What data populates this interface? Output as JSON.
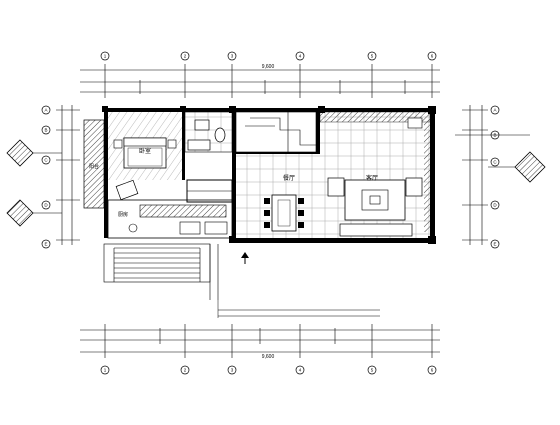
{
  "drawing": {
    "grid_labels": {
      "top": [
        "1",
        "2",
        "3",
        "4",
        "5",
        "6"
      ],
      "bottom": [
        "1",
        "2",
        "3",
        "4",
        "5",
        "6"
      ],
      "left": [
        "A",
        "B",
        "C",
        "D",
        "E"
      ],
      "right": [
        "A",
        "B",
        "C",
        "D",
        "E"
      ]
    },
    "rooms": {
      "bedroom": "卧室",
      "living": "客厅",
      "dining": "餐厅",
      "kitchen": "厨房",
      "balcony": "阳台"
    },
    "dimensions": {
      "overall_top": "9,600",
      "overall_bottom": "9,600"
    },
    "colors": {
      "line": "#000000",
      "paper": "#ffffff",
      "hatch": "#444444"
    }
  }
}
